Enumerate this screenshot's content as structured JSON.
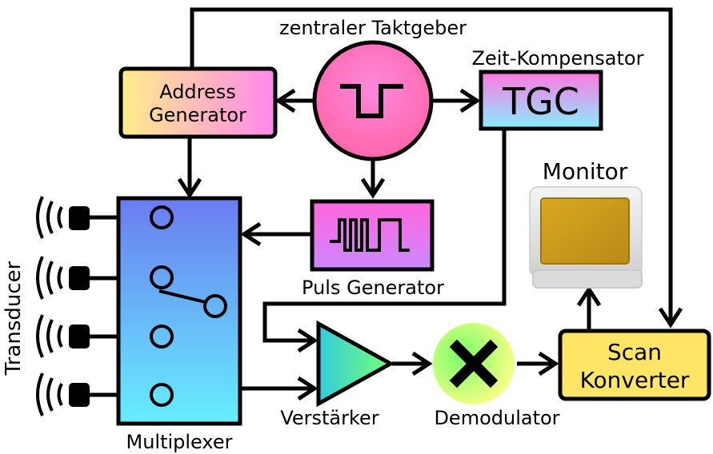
{
  "diagram": {
    "clock_title": "zentraler Taktgeber",
    "address_generator_line1": "Address",
    "address_generator_line2": "Generator",
    "tgc_caption": "Zeit-Kompensator",
    "tgc_label": "TGC",
    "monitor_label": "Monitor",
    "pulse_generator_label": "Puls Generator",
    "transducer_label": "Transducer",
    "multiplexer_label": "Multiplexer",
    "amplifier_label": "Verstärker",
    "demodulator_label": "Demodulator",
    "scan_converter_line1": "Scan",
    "scan_converter_line2": "Konverter",
    "colors": {
      "address_gradient": [
        "#ffee88",
        "#ff88ee"
      ],
      "clock_gradient": [
        "#ff7fd8",
        "#ff66aa"
      ],
      "tgc_gradient": [
        "#ff77e0",
        "#88eeff"
      ],
      "pulse_gradient": [
        "#dd88ff",
        "#ff66dd"
      ],
      "multiplexer_gradient": [
        "#6a7cf0",
        "#66eeff"
      ],
      "amplifier_gradient": [
        "#33ccdd",
        "#77ff77"
      ],
      "demodulator_gradient": [
        "#77ff66",
        "#ffff88"
      ],
      "scan_converter_fill": "#ffe566",
      "monitor_screen": "#c89a1c"
    }
  }
}
